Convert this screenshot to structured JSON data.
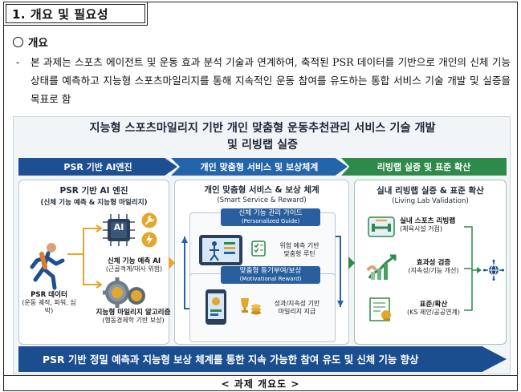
{
  "section": {
    "title": "1. 개요 및 필요성"
  },
  "overview": {
    "heading": "개요",
    "bullet_dash": "-",
    "bullet_text": "본 과제는 스포츠 에이전트 및 운동 효과 분석 기술과 연계하여, 축적된 PSR 데이터를 기반으로 개인의 신체 기능 상태를 예측하고 지능형 스포츠마일리지를 통해 지속적인 운동 참여를 유도하는 통합 서비스 기술 개발 및 실증을 목표로 함"
  },
  "figure": {
    "title": "지능형 스포츠마일리지 기반 개인 맞춤형 운동추천관리 서비스 기술 개발",
    "subtitle": "및 리빙랩 실증",
    "strips": [
      "PSR 기반 AI엔진",
      "개인 맞춤형 서비스 및 보상체계",
      "리빙랩 실증 및 표준 확산"
    ],
    "panel1": {
      "title": "PSR 기반 AI 엔진",
      "subtitle": "(신체 기능 예측 & 지능형 마일리지)",
      "ai_chip": "AI",
      "psr_title": "PSR 데이터",
      "psr_detail": "(운동 궤적, 파워, 심박)",
      "predict_title": "신체 기능 예측 AI",
      "predict_detail": "(근골격계/대사 위험)",
      "mileage_title": "지능형 마일리지 알고리즘",
      "mileage_detail": "(행동경제학 기반 보상)"
    },
    "panel2": {
      "title": "개인 맞춤형 서비스 & 보상 체계",
      "subtitle": "(Smart Service & Reward)",
      "guide_head": "신체 기능 관리 가이드",
      "guide_en": "(Personalized Guide)",
      "guide_item": "위험 예측 기반",
      "guide_item2": "맞춤형 루틴",
      "reward_head": "맞춤형 동기부여/보상",
      "reward_en": "(Motivational Reward)",
      "reward_item": "성과/지속성 기반",
      "reward_item2": "마일리지 지급"
    },
    "panel3": {
      "title": "실내 리빙랩 실증 & 표준 확산",
      "subtitle": "(Living Lab Validation)",
      "item1_title": "실내 스포츠 리빙랩",
      "item1_detail": "(체육시설 거점)",
      "item2_title": "효과성 검증",
      "item2_detail": "(지속성/기능 개선)",
      "item3_title": "표준/확산",
      "item3_detail": "(KS 제안/공공연계)"
    },
    "bottom_banner": "PSR 기반 정밀 예측과 지능형 보상 체계를 통한 지속 가능한 참여 유도 및 신체 기능 향상"
  },
  "caption": "< 과제 개요도 >",
  "colors": {
    "navy": "#1d4f91",
    "blue": "#2464a8",
    "green": "#2e8a4a",
    "gold": "#e2a72e",
    "accent_orange": "#e07a2c"
  }
}
